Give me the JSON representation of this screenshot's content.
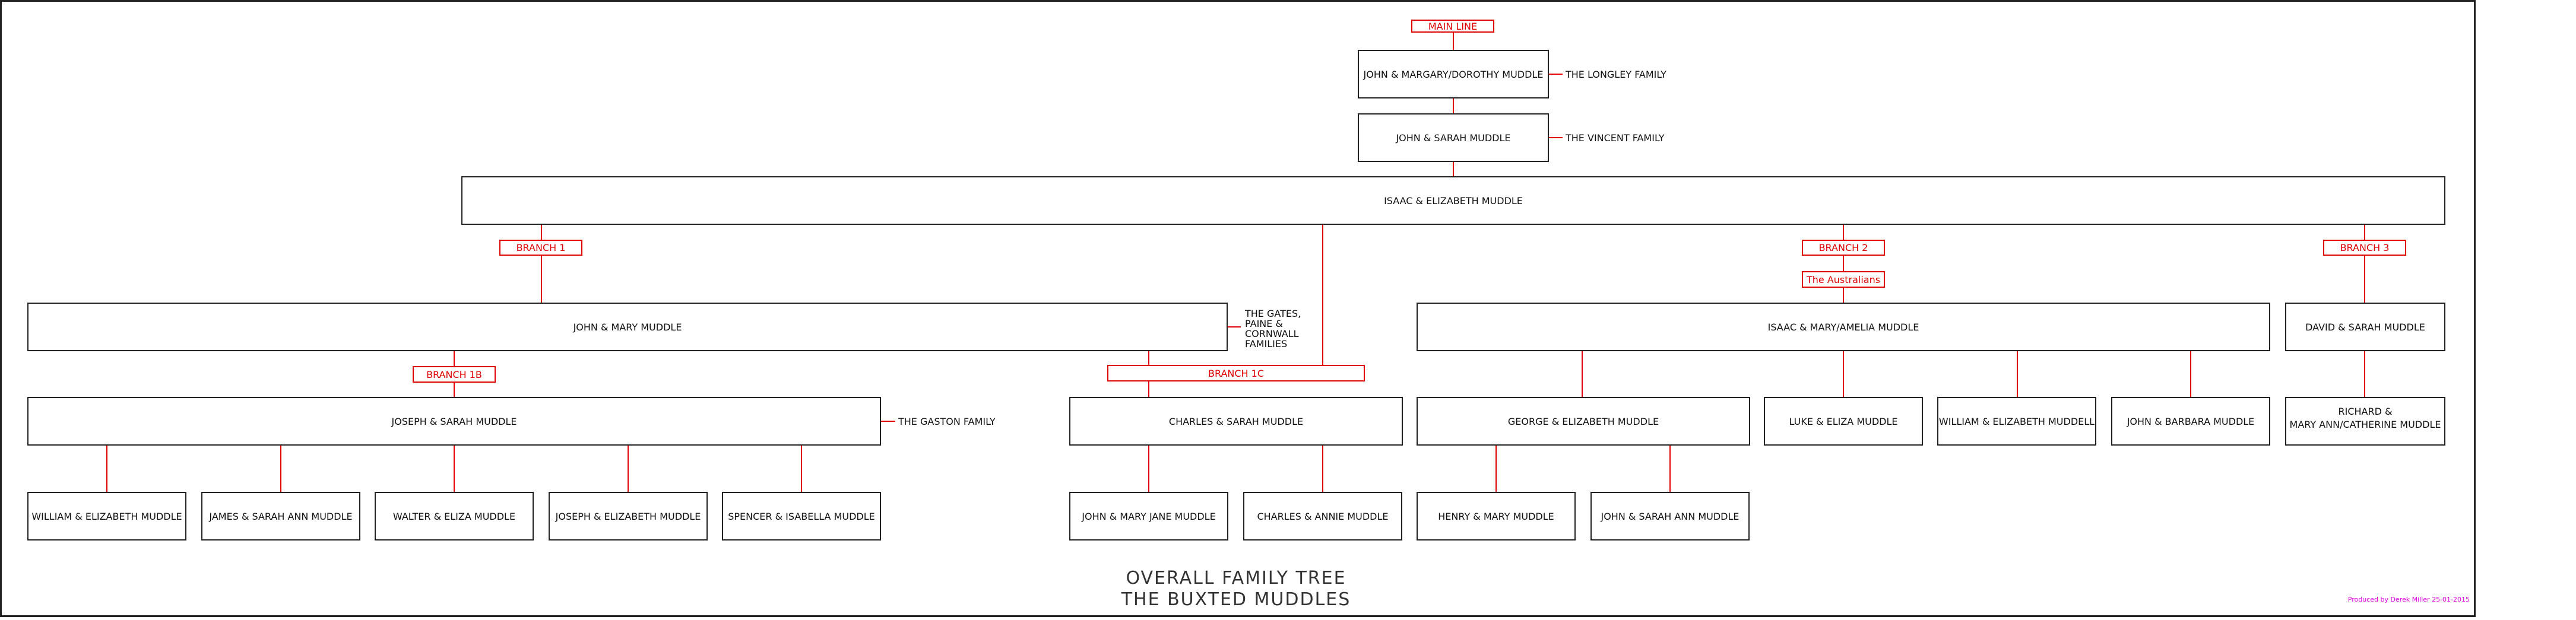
{
  "tree": {
    "main_line": "MAIN LINE",
    "gen1": "JOHN & MARGARY/DOROTHY MUDDLE",
    "longley": "THE LONGLEY FAMILY",
    "gen2": "JOHN & SARAH MUDDLE",
    "vincent": "THE VINCENT FAMILY",
    "gen3": "ISAAC & ELIZABETH MUDDLE",
    "branch1": "BRANCH 1",
    "branch2": "BRANCH 2",
    "branch3": "BRANCH 3",
    "australians": "The Australians",
    "john_mary": "JOHN & MARY MUDDLE",
    "gates": [
      "THE GATES,",
      "PAINE &",
      "CORNWALL",
      "FAMILIES"
    ],
    "isaac_mary": "ISAAC & MARY/AMELIA MUDDLE",
    "david_sarah": "DAVID & SARAH MUDDLE",
    "branch1b": "BRANCH 1B",
    "branch1c": "BRANCH 1C",
    "joseph_sarah": "JOSEPH & SARAH MUDDLE",
    "gaston": "THE GASTON FAMILY",
    "charles_sarah": "CHARLES & SARAH MUDDLE",
    "george_elizabeth": "GEORGE & ELIZABETH MUDDLE",
    "luke_eliza": "LUKE & ELIZA MUDDLE",
    "william_elizabeth_2": "WILLIAM & ELIZABETH MUDDELL",
    "john_barbara": "JOHN & BARBARA MUDDLE",
    "richard": [
      "RICHARD &",
      "MARY ANN/CATHERINE MUDDLE"
    ],
    "william_elizabeth": "WILLIAM & ELIZABETH MUDDLE",
    "james_sarah": "JAMES & SARAH ANN MUDDLE",
    "walter_eliza": "WALTER & ELIZA MUDDLE",
    "joseph_elizabeth": "JOSEPH & ELIZABETH MUDDLE",
    "spencer_isabella": "SPENCER & ISABELLA MUDDLE",
    "john_mary_jane": "JOHN & MARY JANE MUDDLE",
    "charles_annie": "CHARLES & ANNIE MUDDLE",
    "henry_mary": "HENRY & MARY MUDDLE",
    "john_sarah_ann": "JOHN & SARAH ANN MUDDLE"
  },
  "footer": {
    "title_line1": "OVERALL FAMILY TREE",
    "title_line2": "THE BUXTED MUDDLES",
    "credit": "Produced by Derek Miller 25-01-2015"
  },
  "colors": {
    "line": "#e00000",
    "box": "#222222",
    "credit": "#e000e0"
  }
}
